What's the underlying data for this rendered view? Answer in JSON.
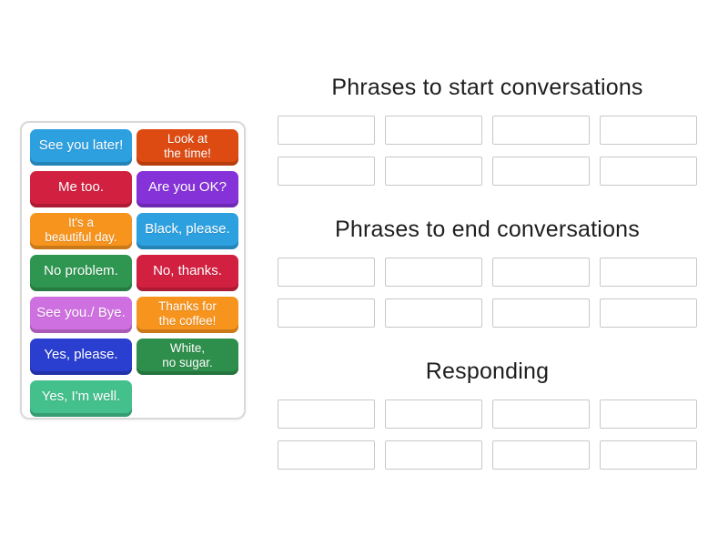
{
  "activity": {
    "tray": {
      "tiles": [
        {
          "label": "See you later!",
          "color": "#2da0e0"
        },
        {
          "label": "Look at\nthe time!",
          "color": "#dd4b12"
        },
        {
          "label": "Me too.",
          "color": "#d22040"
        },
        {
          "label": "Are you OK?",
          "color": "#8632d9"
        },
        {
          "label": "It's a\nbeautiful day.",
          "color": "#f7941e"
        },
        {
          "label": "Black, please.",
          "color": "#2da0e0"
        },
        {
          "label": "No problem.",
          "color": "#2e9650"
        },
        {
          "label": "No, thanks.",
          "color": "#d22040"
        },
        {
          "label": "See you./ Bye.",
          "color": "#cf70e0"
        },
        {
          "label": "Thanks for\nthe coffee!",
          "color": "#f7941e"
        },
        {
          "label": "Yes, please.",
          "color": "#2a3fd0"
        },
        {
          "label": "White,\nno sugar.",
          "color": "#2e8f4c"
        },
        {
          "label": "Yes, I'm well.",
          "color": "#44c08c"
        }
      ]
    },
    "groups": [
      {
        "title": "Phrases to start conversations",
        "slot_count": 8
      },
      {
        "title": "Phrases to end conversations",
        "slot_count": 8
      },
      {
        "title": "Responding",
        "slot_count": 8
      }
    ],
    "colors": {
      "page_background": "#ffffff",
      "heading_text": "#1e1e1e",
      "slot_border": "#c8c8c8",
      "tray_border": "#d9d9d9",
      "tile_text": "#ffffff"
    }
  }
}
